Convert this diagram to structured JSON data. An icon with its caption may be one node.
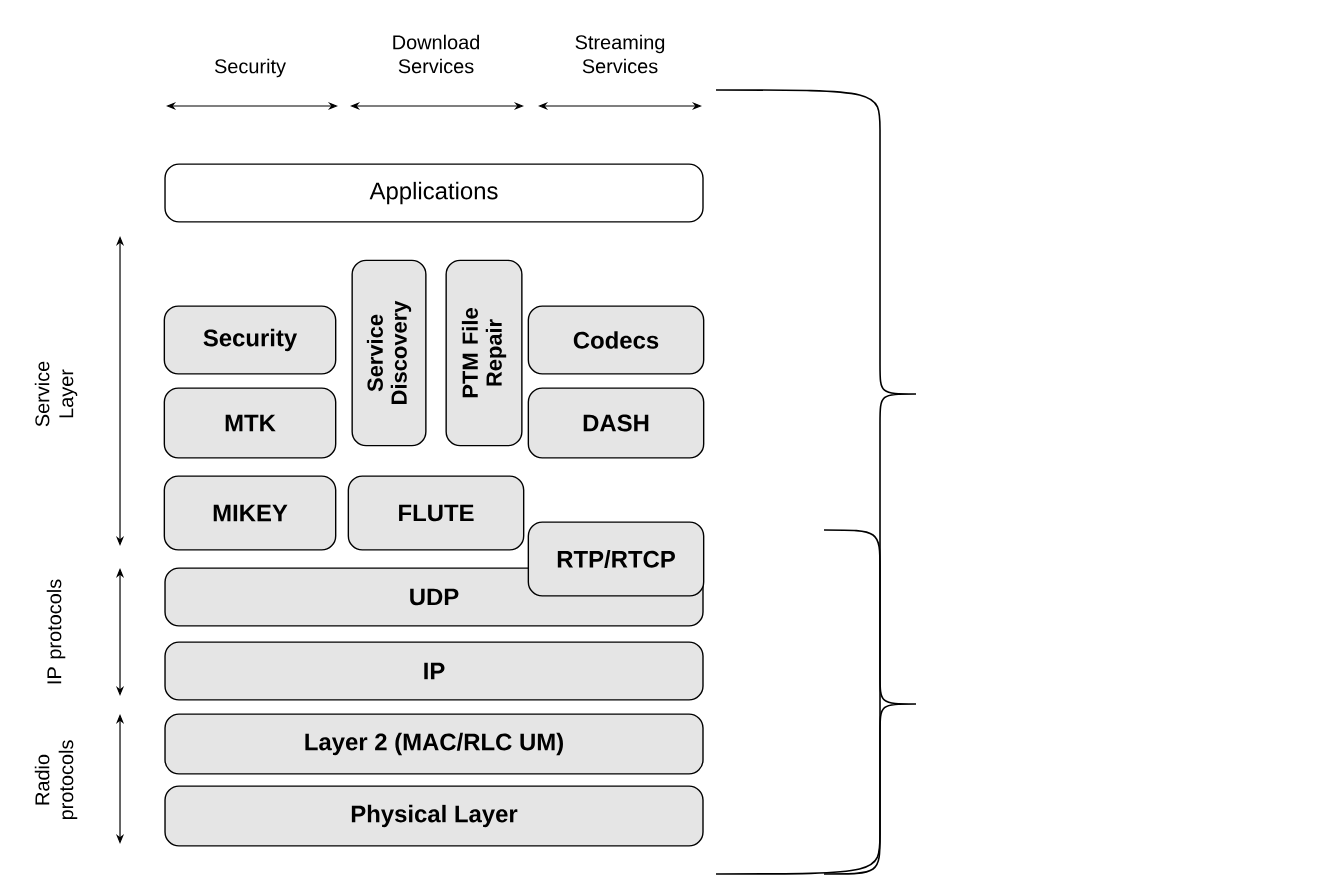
{
  "diagram": {
    "nodes": [
      {
        "text": [
          "Applications"
        ]
      },
      {
        "text": [
          "Security"
        ]
      },
      {
        "text": [
          "Service Discovery"
        ]
      },
      {
        "text": [
          "PTM File Repair"
        ]
      },
      {
        "text": [
          "Codecs"
        ]
      },
      {
        "text": [
          "MTK"
        ]
      },
      {
        "text": [
          "DASH"
        ]
      },
      {
        "text": [
          "MIKEY"
        ]
      },
      {
        "text": [
          "FLUTE"
        ]
      },
      {
        "text": [
          "UDP"
        ]
      },
      {
        "text": [
          "RTP/RTCP"
        ]
      },
      {
        "text": [
          "IP"
        ]
      },
      {
        "text": [
          "Layer 2 (MAC/RLC UM)"
        ]
      },
      {
        "text": [
          "Physical Layer"
        ]
      }
    ],
    "labels": [
      "Security",
      "Download Services",
      "Streaming Services",
      "Service Layer",
      "IP protocols",
      "Radio protocols"
    ]
  }
}
